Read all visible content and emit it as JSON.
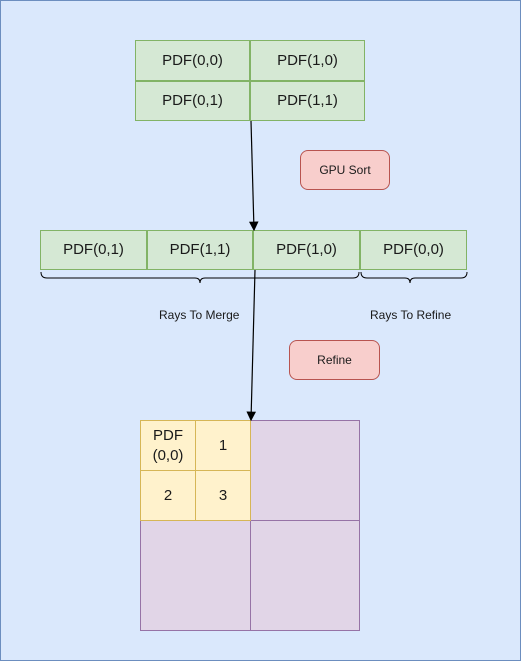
{
  "top_grid": [
    [
      "PDF(0,0)",
      "PDF(1,0)"
    ],
    [
      "PDF(0,1)",
      "PDF(1,1)"
    ]
  ],
  "sorted_row": [
    "PDF(0,1)",
    "PDF(1,1)",
    "PDF(1,0)",
    "PDF(0,0)"
  ],
  "steps": {
    "sort": "GPU Sort",
    "refine": "Refine"
  },
  "brace_labels": {
    "merge": "Rays To Merge",
    "refine": "Rays To Refine"
  },
  "tile_grid": {
    "cells": [
      "PDF\n(0,0)",
      "1",
      "2",
      "3"
    ]
  },
  "colors": {
    "background": "#dae8fc",
    "pdf_cell": "#d5e8d4",
    "step_box": "#f8cecc",
    "subtile": "#fff2cc",
    "tile": "#e1d5e7"
  }
}
